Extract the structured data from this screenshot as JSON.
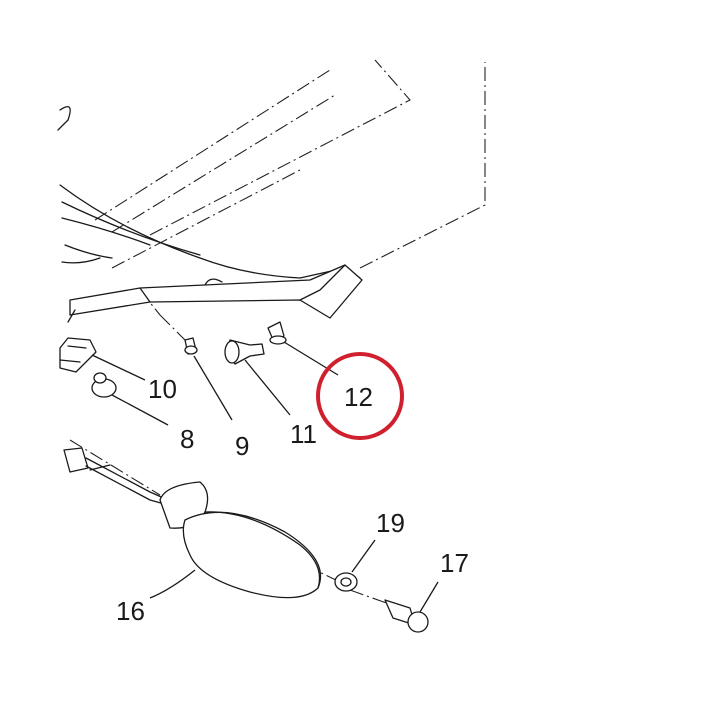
{
  "diagram": {
    "callouts": [
      {
        "id": "c8",
        "label": "8"
      },
      {
        "id": "c9",
        "label": "9"
      },
      {
        "id": "c10",
        "label": "10"
      },
      {
        "id": "c11",
        "label": "11"
      },
      {
        "id": "c12",
        "label": "12"
      },
      {
        "id": "c16",
        "label": "16"
      },
      {
        "id": "c17",
        "label": "17"
      },
      {
        "id": "c19",
        "label": "19"
      }
    ],
    "highlighted_callout": "12",
    "colors": {
      "highlight": "#d0202e",
      "ink": "#1a1a1a",
      "background": "#ffffff"
    }
  }
}
